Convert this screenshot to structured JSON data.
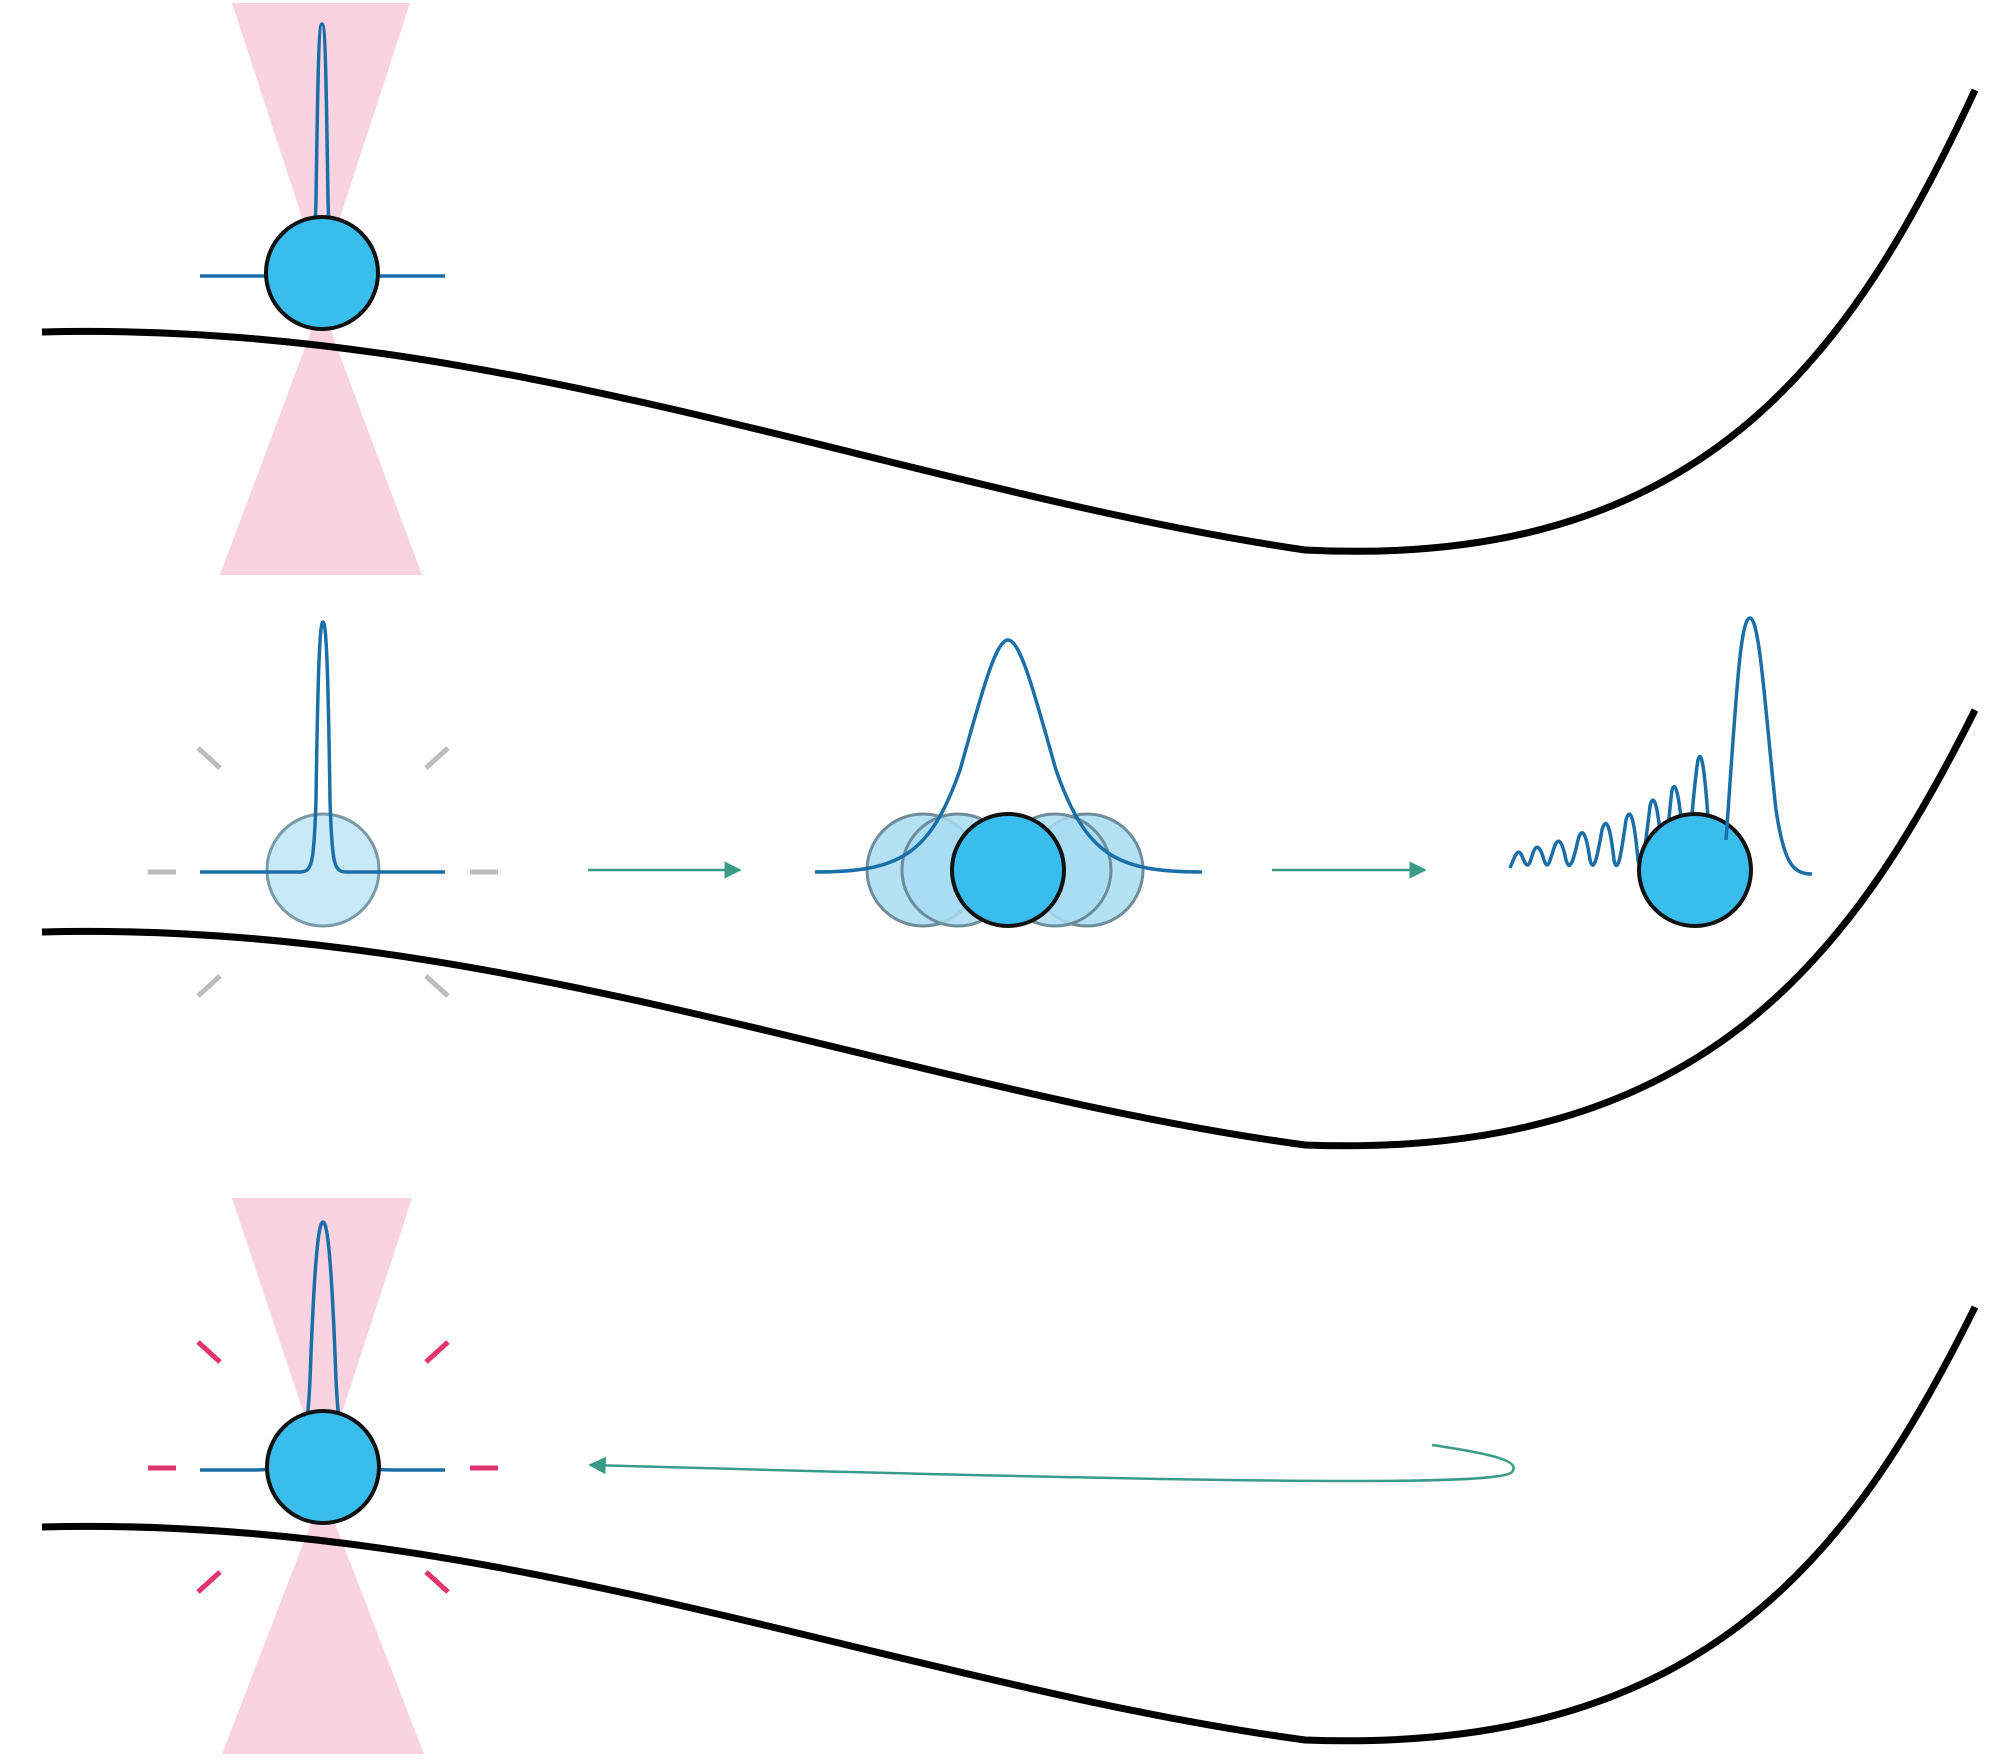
{
  "colors": {
    "background": "#ffffff",
    "potential": "#000000",
    "beam": "#fad3e0",
    "particle_fill": "#38bdec",
    "particle_stroke": "#111111",
    "ghost_fill": "#a8dcf2",
    "ghost_stroke": "#6e8c99",
    "wavefunction": "#1a6fa8",
    "arrow": "#3a9c86",
    "flash_off": "#bdbdbd",
    "flash_on": "#e0356e"
  },
  "panels": [
    {
      "id": "trap",
      "beam": true,
      "flash": null,
      "stage": "trapped"
    },
    {
      "id": "release",
      "beam": false,
      "flash": "off",
      "stage": "release-expand-oscillate"
    },
    {
      "id": "recapture",
      "beam": true,
      "flash": "on",
      "stage": "return-recapture"
    }
  ],
  "icons": {
    "particle": "particle-circle",
    "arrow_forward": "arrow-right-icon",
    "arrow_return": "arrow-return-icon"
  }
}
